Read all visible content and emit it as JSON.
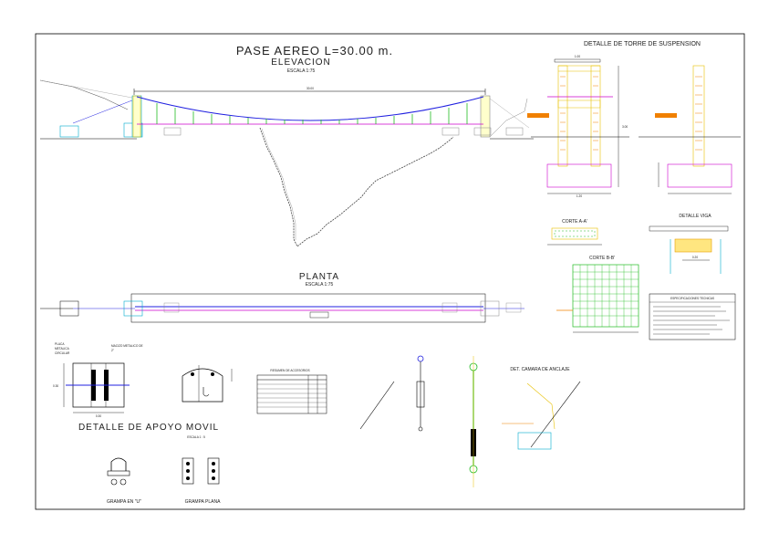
{
  "drawing": {
    "main_title": "PASE AEREO L=30.00 m.",
    "elevation_title": "ELEVACION",
    "elevation_scale": "ESCALA 1:75",
    "plan_title": "PLANTA",
    "plan_scale": "ESCALA 1:75",
    "tower_title": "DETALLE DE TORRE DE SUSPENSION",
    "section_aa": "CORTE A-A'",
    "section_bb": "CORTE B-B'",
    "beam_detail": "DETALLE VIGA",
    "specs_title": "ESPECIFICACIONES TECNICAS",
    "mobile_support": "DETALLE DE APOYO MOVIL",
    "mobile_support_scale": "ESCALA 1 : 5",
    "plate_label_1": "PLACA",
    "plate_label_2": "METALICA",
    "plate_label_3": "CIRCULAR",
    "fixing_label": "MACIZO METALICO DE",
    "fixing_label_2": "2\"",
    "plate_width_dim": "0.30",
    "plate_height_dim": "0.30",
    "accessories_title": "RESUMEN DE ACCESORIOS",
    "clamp_u": "GRAMPA EN \"U\"",
    "clamp_flat": "GRAMPA PLANA",
    "anchor_detail": "DET. CAMARA DE ANCLAJE",
    "span_dim": "30.00",
    "tower_width_dim": "1.00",
    "tower_height_dim": "3.00",
    "base_dim": "1.20",
    "beam_dim": "0.20"
  },
  "colors": {
    "frame": "#000000",
    "cable": "#2020e0",
    "hangers": "#22bb22",
    "deck": "#cc00cc",
    "tower": "#e8c000",
    "rebar": "#f08000",
    "callout": "#cc3300",
    "foundation": "#00aacc",
    "terrain": "#444444"
  }
}
